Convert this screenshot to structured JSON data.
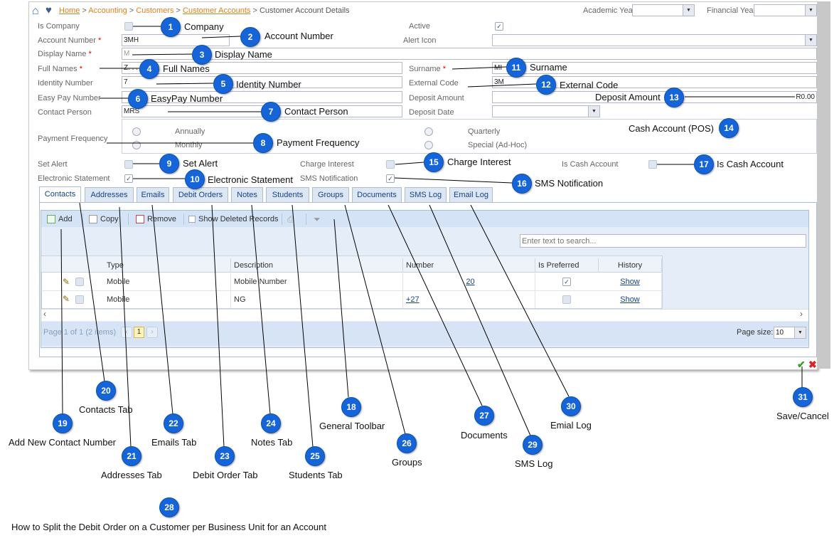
{
  "breadcrumb": {
    "home": "Home",
    "sep": ">",
    "accounting": "Accounting",
    "customers": "Customers",
    "customer_accounts": "Customer Accounts",
    "current": "Customer Account Details"
  },
  "header": {
    "academic_year_label": "Academic Year",
    "academic_year_value": "",
    "financial_year_label": "Financial Year",
    "financial_year_value": ""
  },
  "form": {
    "is_company_label": "Is Company",
    "active_label": "Active",
    "account_number_label": "Account Number",
    "account_number_value": "3MH",
    "alert_icon_label": "Alert Icon",
    "alert_icon_value": "",
    "display_name_label": "Display Name",
    "display_name_value": "M",
    "full_names_label": "Full Names",
    "full_names_value": "Z. . .",
    "surname_label": "Surname",
    "surname_value": "MI",
    "identity_number_label": "Identity Number",
    "identity_number_value": "7",
    "external_code_label": "External Code",
    "external_code_value": "3M",
    "easy_pay_label": "Easy Pay Number",
    "easy_pay_value": "",
    "deposit_amount_label": "Deposit Amount",
    "deposit_amount_value": "R0.00",
    "contact_person_label": "Contact Person",
    "contact_person_value": "MRS",
    "deposit_date_label": "Deposit Date",
    "deposit_date_value": "",
    "payment_frequency_label": "Payment Frequency",
    "freq_annually": "Annually",
    "freq_monthly": "Monthly",
    "freq_quarterly": "Quarterly",
    "freq_special": "Special (Ad-Hoc)",
    "set_alert_label": "Set Alert",
    "charge_interest_label": "Charge Interest",
    "is_cash_account_label": "Is Cash Account",
    "electronic_statement_label": "Electronic Statement",
    "sms_notification_label": "SMS Notification"
  },
  "tabs": [
    "Contacts",
    "Addresses",
    "Emails",
    "Debit Orders",
    "Notes",
    "Students",
    "Groups",
    "Documents",
    "SMS Log",
    "Email Log"
  ],
  "toolbar": {
    "add": "Add",
    "copy": "Copy",
    "remove": "Remove",
    "show_deleted": "Show Deleted Records"
  },
  "search": {
    "placeholder": "Enter text to search..."
  },
  "grid": {
    "columns": [
      "Type",
      "Description",
      "Number",
      "Is Preferred",
      "History"
    ],
    "rows": [
      {
        "type": "Mobile",
        "description": "Mobile Number",
        "number": "20",
        "history": "Show"
      },
      {
        "type": "Mobile",
        "description": "NG",
        "number": "+27",
        "history": "Show"
      }
    ]
  },
  "pager": {
    "info": "Page 1 of 1 (2 items)",
    "page": "1",
    "page_size_label": "Page size:",
    "page_size": "10"
  },
  "callouts": [
    {
      "n": "1",
      "text": "Company"
    },
    {
      "n": "2",
      "text": "Account Number"
    },
    {
      "n": "3",
      "text": "Display Name"
    },
    {
      "n": "4",
      "text": "Full Names"
    },
    {
      "n": "5",
      "text": "Identity Number"
    },
    {
      "n": "6",
      "text": "EasyPay Number"
    },
    {
      "n": "7",
      "text": "Contact Person"
    },
    {
      "n": "8",
      "text": "Payment Frequency"
    },
    {
      "n": "9",
      "text": "Set Alert"
    },
    {
      "n": "10",
      "text": "Electronic Statement"
    },
    {
      "n": "11",
      "text": "Surname"
    },
    {
      "n": "12",
      "text": "External Code"
    },
    {
      "n": "13",
      "text": "Deposit Amount"
    },
    {
      "n": "14",
      "text": "Cash Account (POS)"
    },
    {
      "n": "15",
      "text": "Charge Interest"
    },
    {
      "n": "16",
      "text": "SMS Notification"
    },
    {
      "n": "17",
      "text": "Is Cash Account"
    },
    {
      "n": "18",
      "text": "General Toolbar"
    },
    {
      "n": "19",
      "text": "Add New Contact Number"
    },
    {
      "n": "20",
      "text": "Contacts Tab"
    },
    {
      "n": "21",
      "text": "Addresses Tab"
    },
    {
      "n": "22",
      "text": "Emails Tab"
    },
    {
      "n": "23",
      "text": "Debit Order Tab"
    },
    {
      "n": "24",
      "text": "Notes Tab"
    },
    {
      "n": "25",
      "text": "Students Tab"
    },
    {
      "n": "26",
      "text": "Groups"
    },
    {
      "n": "27",
      "text": "Documents"
    },
    {
      "n": "28",
      "text": "How to Split the Debit Order on a Customer per Business Unit for an Account"
    },
    {
      "n": "29",
      "text": "SMS Log"
    },
    {
      "n": "30",
      "text": "Emial Log"
    },
    {
      "n": "31",
      "text": "Save/Cancel"
    }
  ]
}
